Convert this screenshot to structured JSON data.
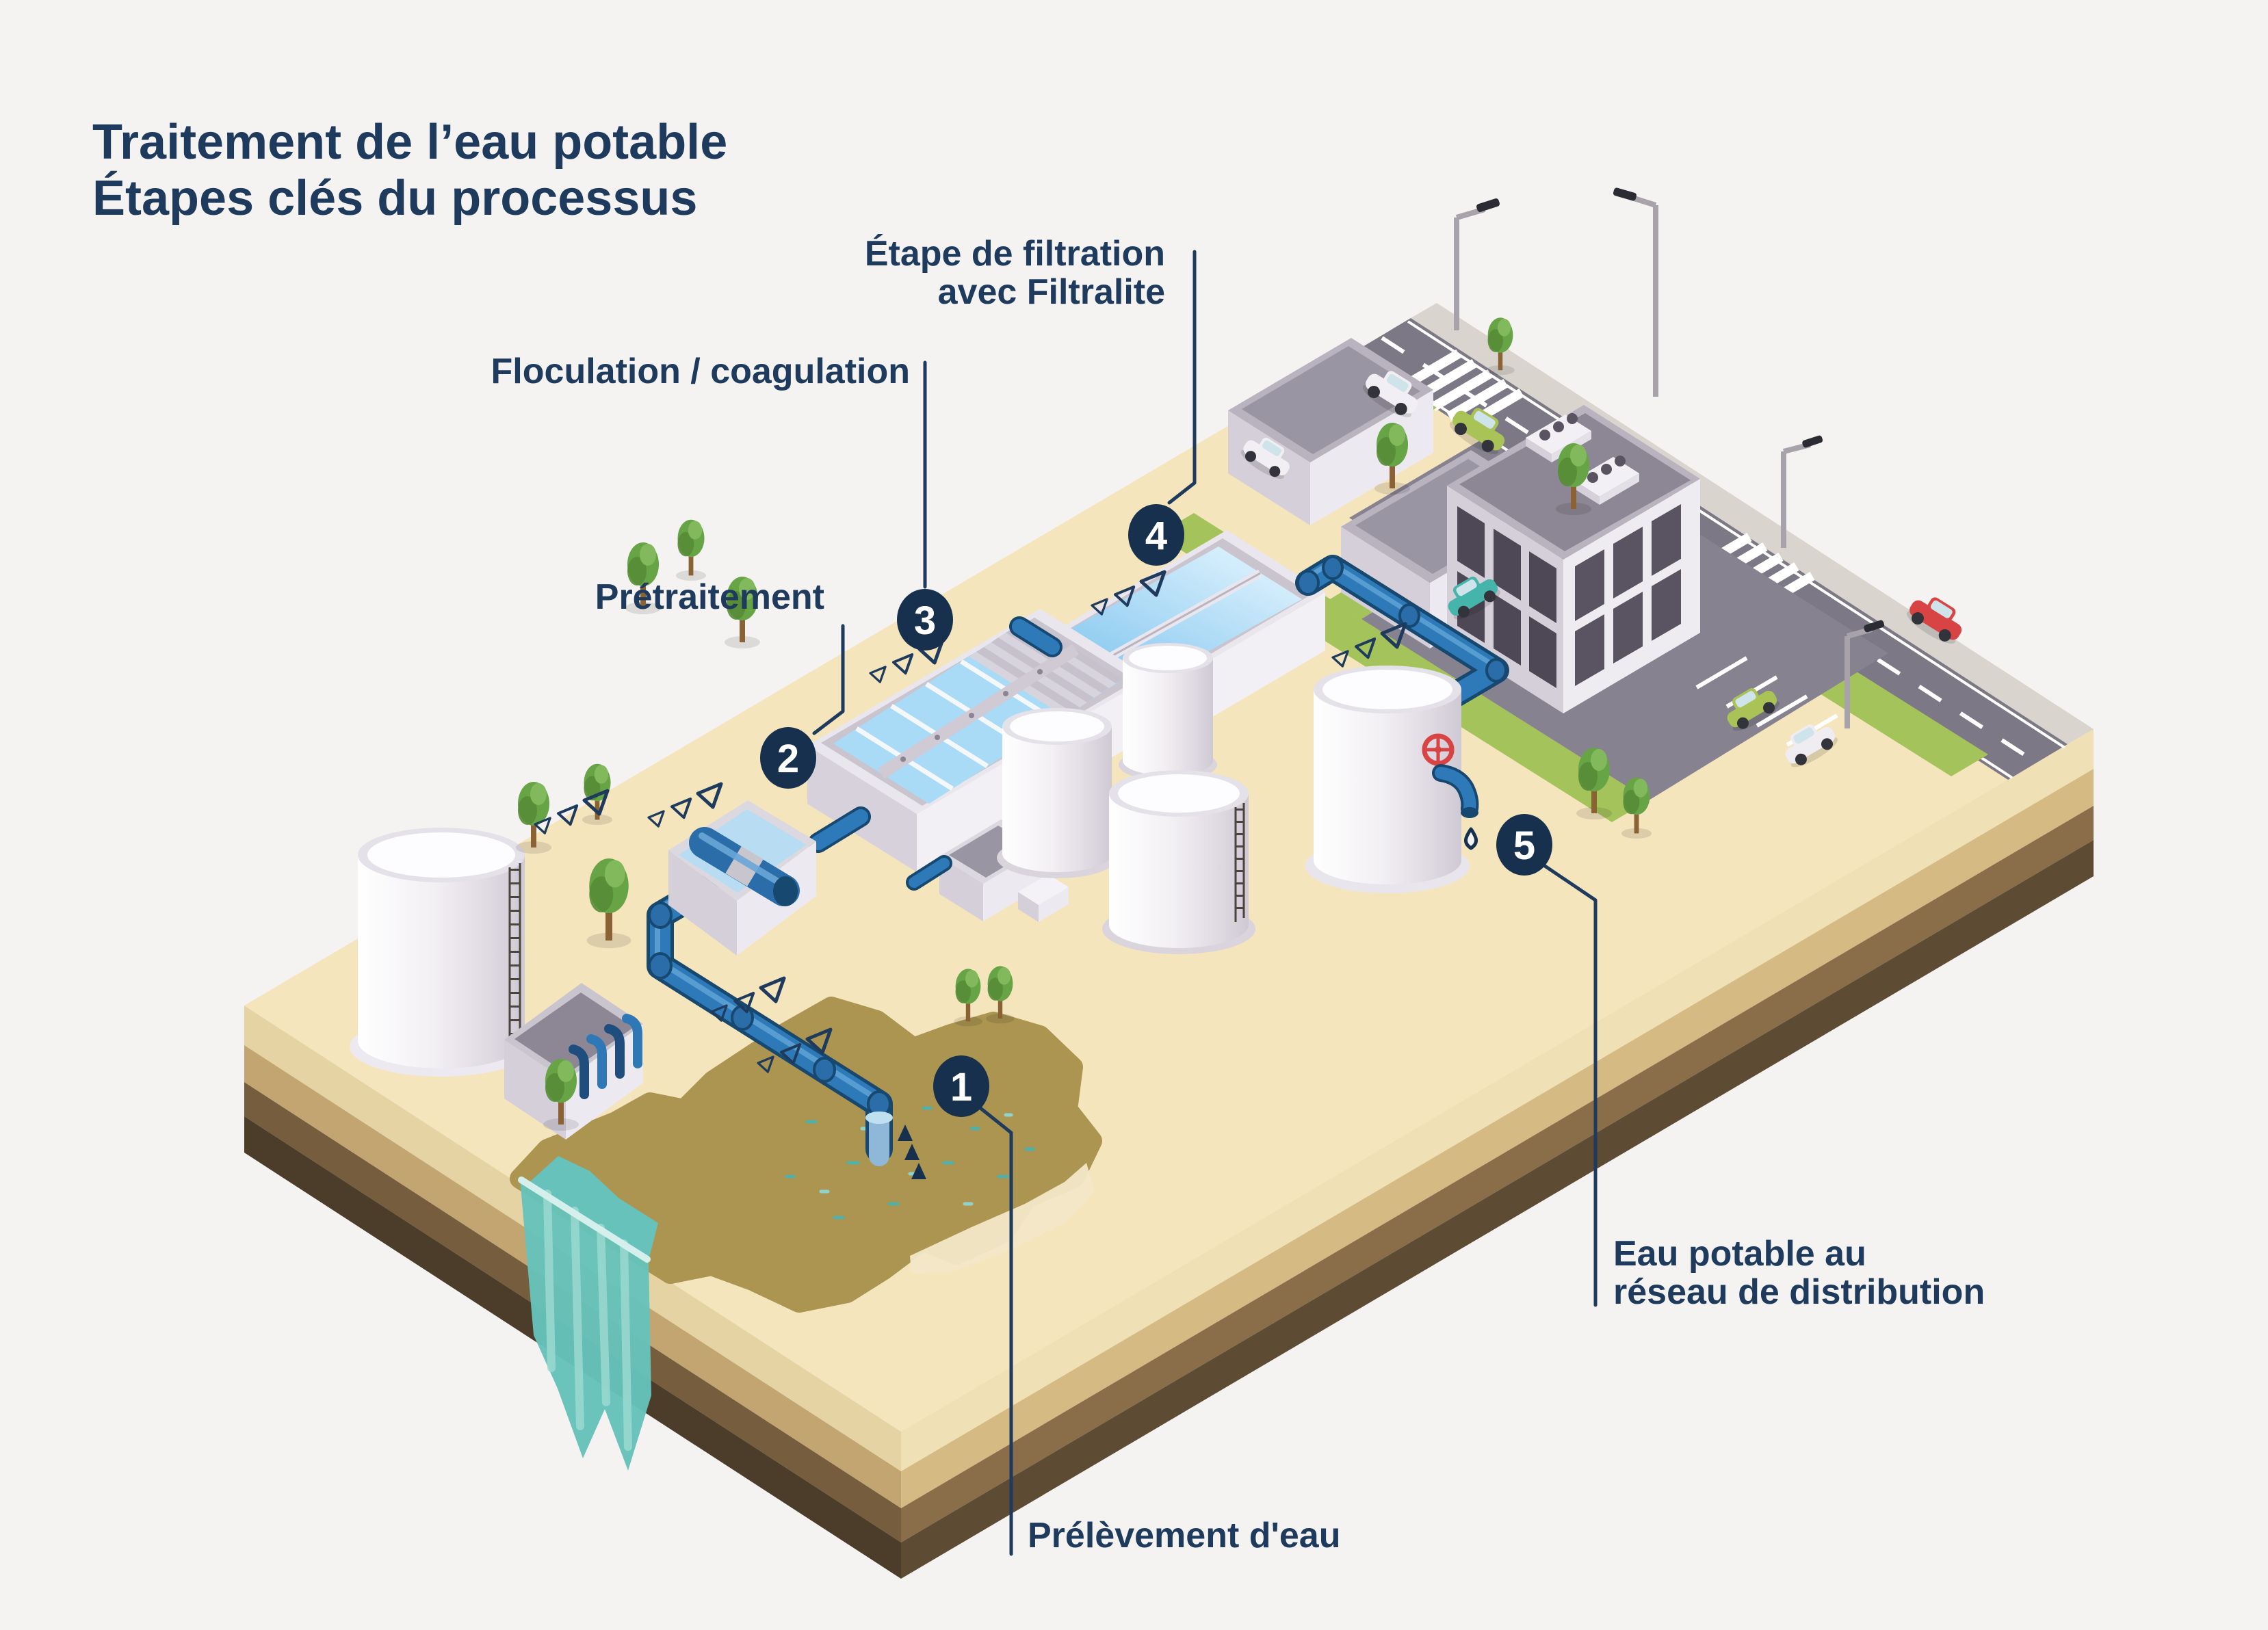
{
  "title": {
    "line1": "Traitement de l’eau potable",
    "line2": "Étapes clés du processus"
  },
  "steps": [
    {
      "num": "1",
      "label": "Prélèvement d'eau"
    },
    {
      "num": "2",
      "label": "Prétraitement"
    },
    {
      "num": "3",
      "label": "Floculation / coagulation"
    },
    {
      "num": "4",
      "label": [
        "Étape de filtration",
        "avec Filtralite"
      ]
    },
    {
      "num": "5",
      "label": [
        "Eau potable au",
        "réseau de distribution"
      ]
    }
  ],
  "icons": {
    "step_badge": "numbered-circle-badge",
    "flow_arrows": "triangle-flow-arrows",
    "valve": "red-valve-wheel-icon",
    "droplet": "water-droplet-icon"
  },
  "colors": {
    "background": "#f4f3f2",
    "ink_navy": "#1e3a5c",
    "badge_navy": "#16304d",
    "pipe_blue": "#2e7ab8",
    "pipe_dark": "#17486f",
    "water_light": "#a9dbf6",
    "pond_teal": "#66c2ba",
    "sand": "#f4e5bd",
    "grass": "#a5c35b",
    "road": "#7c7885"
  }
}
